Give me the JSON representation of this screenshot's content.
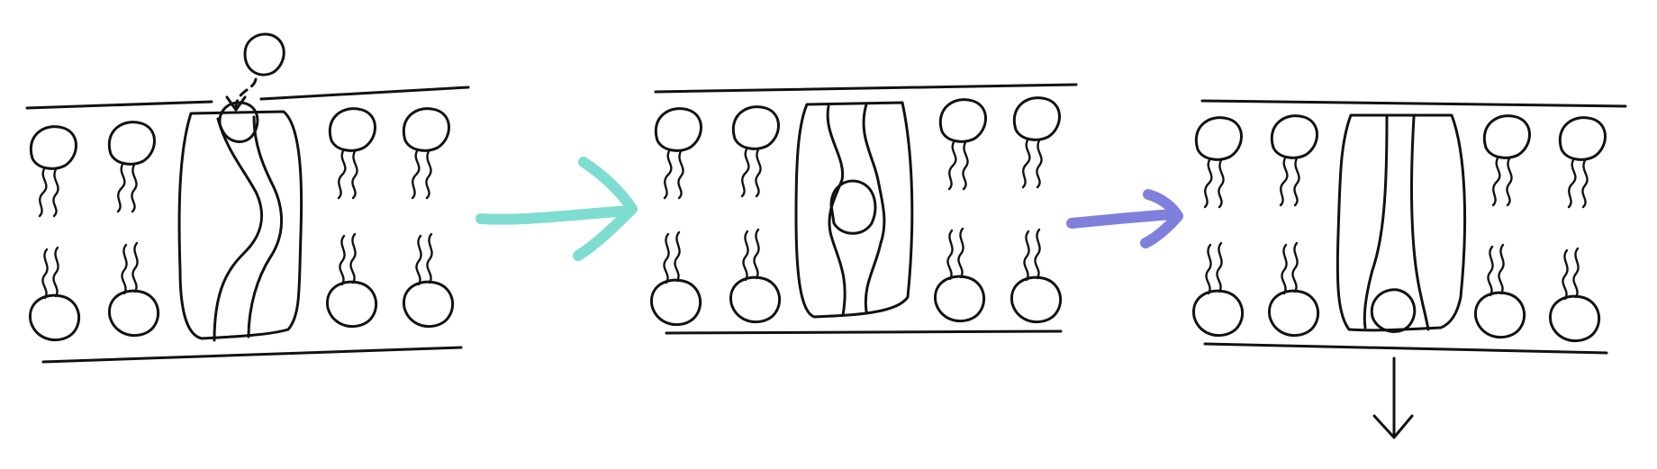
{
  "diagram": {
    "panels": [
      {
        "stage": 1,
        "channel_state": "open-outward-substrate-entering"
      },
      {
        "stage": 2,
        "channel_state": "occluded-substrate-bound"
      },
      {
        "stage": 3,
        "channel_state": "open-inward-substrate-released"
      }
    ],
    "transitions": [
      {
        "from": 1,
        "to": 2,
        "color": "#7fdcd0"
      },
      {
        "from": 2,
        "to": 3,
        "color": "#7f7fdc"
      }
    ],
    "colors": {
      "ink": "#111111",
      "background": "#ffffff",
      "arrow_teal": "#7fdcd0",
      "arrow_purple": "#7f7fdc"
    },
    "icons": [
      "lipid-molecule",
      "membrane-line",
      "transporter-protein",
      "substrate-molecule",
      "arrow"
    ]
  }
}
